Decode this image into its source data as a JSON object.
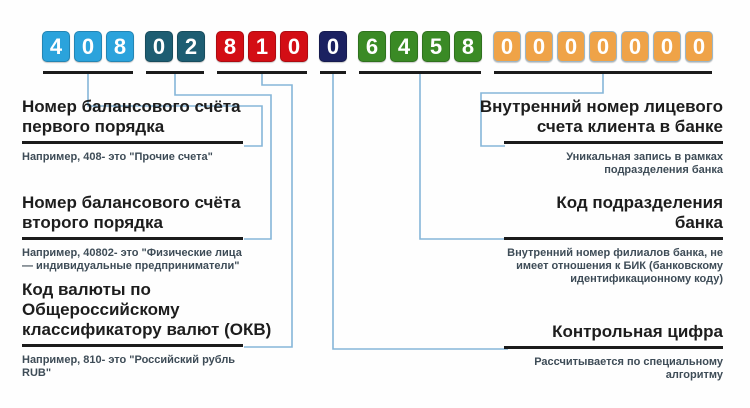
{
  "account_number": "40802810064580000000",
  "digit_groups": [
    {
      "name": "balance-account-first-order",
      "digits": [
        "4",
        "0",
        "8"
      ],
      "fill": "#2ba3dc"
    },
    {
      "name": "balance-account-second-order",
      "digits": [
        "0",
        "2"
      ],
      "fill": "#1d5d72"
    },
    {
      "name": "currency-code",
      "digits": [
        "8",
        "1",
        "0"
      ],
      "fill": "#d30e15"
    },
    {
      "name": "control-digit",
      "digits": [
        "0"
      ],
      "fill": "#1b2161"
    },
    {
      "name": "bank-branch-code",
      "digits": [
        "6",
        "4",
        "5",
        "8"
      ],
      "fill": "#3a8a25"
    },
    {
      "name": "personal-account-number",
      "digits": [
        "0",
        "0",
        "0",
        "0",
        "0",
        "0",
        "0"
      ],
      "fill": "#efa348"
    }
  ],
  "annotations": {
    "left": [
      {
        "title_lines": [
          "Номер балансового счёта",
          "первого порядка"
        ],
        "note_lines": [
          "Например, 408-  это \"Прочие счета\""
        ]
      },
      {
        "title_lines": [
          "Номер балансового счёта",
          "второго порядка"
        ],
        "note_lines": [
          "Например, 40802-  это \"Физические лица",
          "— индивидуальные предприниматели\""
        ]
      },
      {
        "title_lines": [
          "Код валюты по",
          "Общероссийскому",
          "классификатору валют (ОКВ)"
        ],
        "note_lines": [
          "Например, 810-  это \"Российский рубль",
          "RUB\""
        ]
      }
    ],
    "right": [
      {
        "title_lines": [
          "Внутренний номер лицевого",
          "счета клиента в банке"
        ],
        "note_lines": [
          "Уникальная запись в рамках",
          "подразделения банка"
        ]
      },
      {
        "title_lines": [
          "Код подразделения",
          "банка"
        ],
        "note_lines": [
          "Внутренний номер филиалов банка, не",
          "имеет отношения к БИК (банковскому",
          "идентификационному коду)"
        ]
      },
      {
        "title_lines": [
          "Контрольная цифра"
        ],
        "note_lines": [
          "Рассчитывается по специальному",
          "алгоритму"
        ]
      }
    ]
  },
  "colors": {
    "connector": "#85b6d8",
    "underline": "#1b1b1b",
    "title_text": "#1d1d1d",
    "note_text": "#3e4c57",
    "tile_blue": "#2ba3dc",
    "tile_teal": "#1d5d72",
    "tile_red": "#d30e15",
    "tile_navy": "#1b2161",
    "tile_green": "#3a8a25",
    "tile_orange": "#efa348"
  }
}
